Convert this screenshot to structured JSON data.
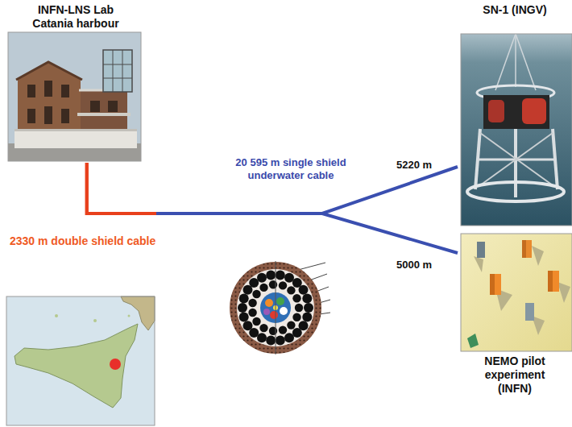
{
  "diagram": {
    "nodes": [
      {
        "text": [
          "INFN-LNS Lab Catania harbour"
        ]
      },
      {
        "text": [
          "SN-1 (INGV)"
        ]
      },
      {
        "text": [
          "NEMO pilot experiment (INFN)"
        ]
      }
    ],
    "edges": [
      {
        "from": 0,
        "to": 1,
        "arrow": "none",
        "label": "5220 m"
      },
      {
        "from": 0,
        "to": 2,
        "arrow": "none",
        "label": "5000 m"
      }
    ],
    "labels": [
      "20 595 m single shield underwater cable",
      "2330 m double shield cable"
    ]
  }
}
